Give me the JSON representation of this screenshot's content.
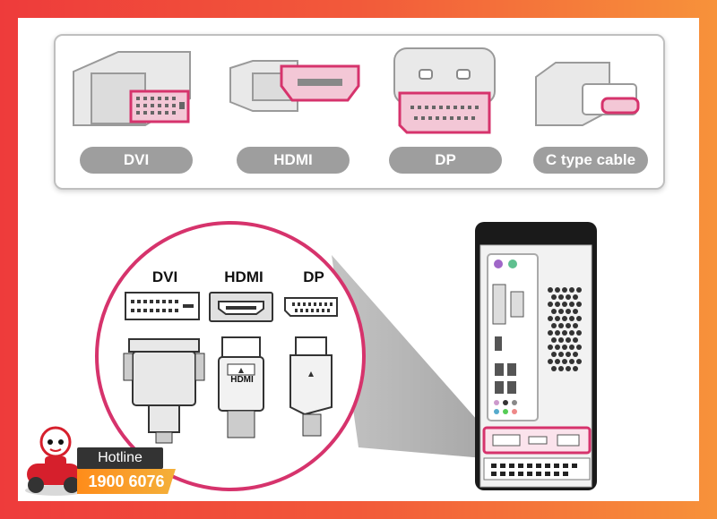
{
  "connectors": {
    "dvi_label": "DVI",
    "hdmi_label": "HDMI",
    "dp_label": "DP",
    "usbc_label": "C type cable"
  },
  "zoom": {
    "dvi_label": "DVI",
    "hdmi_label": "HDMI",
    "dp_label": "DP",
    "hdmi_plug_text": "HDMI"
  },
  "hotline": {
    "label": "Hotline",
    "number": "1900 6076"
  },
  "colors": {
    "accent": "#d6336c",
    "pill": "#9e9e9e",
    "background_left": "#ee3b3b",
    "background_right": "#f7923a"
  }
}
